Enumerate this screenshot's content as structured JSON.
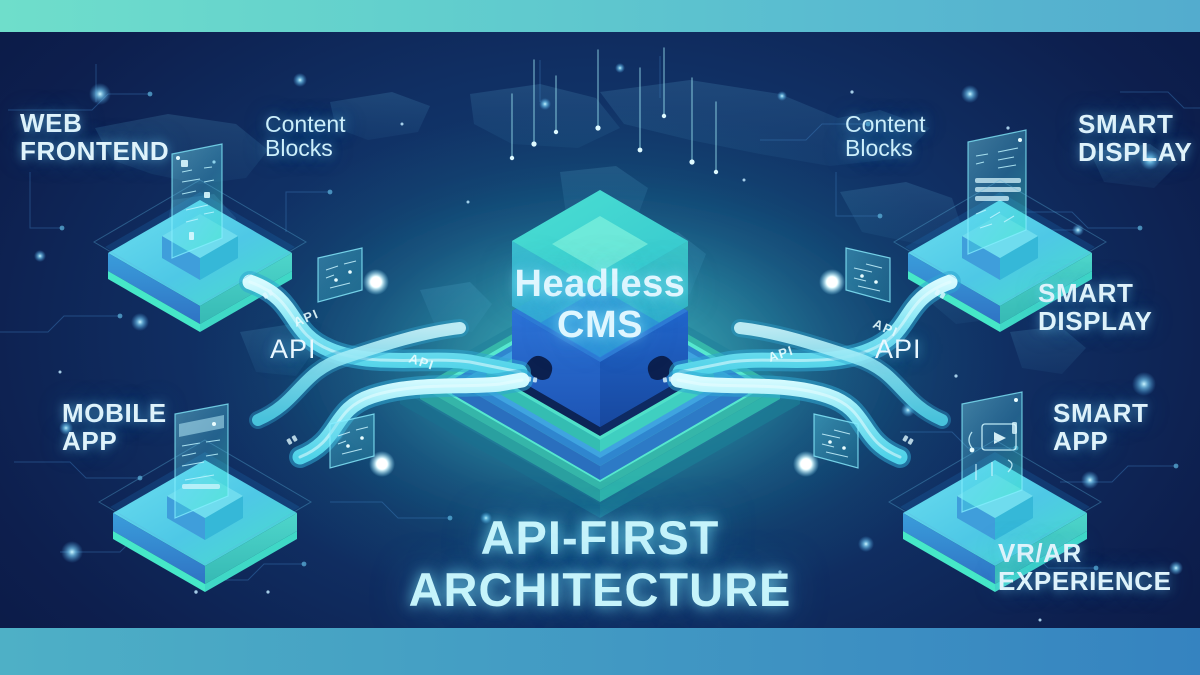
{
  "bands": {
    "top_color_left": "#6fdecb",
    "top_color_right": "#53acce",
    "bottom_color_left": "#4eb0c6",
    "bottom_color_right": "#3583c0"
  },
  "palette": {
    "background_deep": "#0d1f4e",
    "background_center": "#1e8c96",
    "platform_top": "#4fe3cf",
    "platform_side": "#2f7fd1",
    "core_block": "#1f5fc4",
    "core_cap": "#3fd6c9",
    "pipe_glow": "#7fe9ef",
    "label_text": "#dff3fb",
    "title_text": "#c6f4fb"
  },
  "center": {
    "core_label": "Headless\nCMS"
  },
  "title": {
    "text": "API-FIRST\nARCHITECTURE"
  },
  "labels": {
    "web_frontend": "WEB\nFRONTEND",
    "content_blocks_left": "Content\nBlocks",
    "content_blocks_right": "Content\nBlocks",
    "smart_display_top": "SMART\nDISPLAY",
    "smart_display_mid": "SMART\nDISPLAY",
    "mobile_app": "MOBILE\nAPP",
    "smart_app": "SMART\nAPP",
    "vr_ar": "VR/AR\nEXPERIENCE",
    "api_left": "API",
    "api_right": "API"
  },
  "pipe_labels": {
    "left_upper": "API",
    "left_lower": "API",
    "right_upper": "API",
    "right_lower": "API"
  },
  "nodes": [
    {
      "id": "web-frontend",
      "label": "WEB\nFRONTEND",
      "corner": "top-left",
      "device": "monitor-hologram"
    },
    {
      "id": "mobile-app",
      "label": "MOBILE\nAPP",
      "corner": "bottom-left",
      "device": "tablet-hologram"
    },
    {
      "id": "smart-display",
      "label": "SMART\nDISPLAY",
      "corner": "top-right",
      "device": "display-hologram"
    },
    {
      "id": "vr-ar",
      "label": "VR/AR\nEXPERIENCE",
      "corner": "bottom-right",
      "device": "vr-hologram"
    }
  ],
  "content_block_cards": [
    {
      "id": "card-left-top",
      "position": "left-upper"
    },
    {
      "id": "card-left-bottom",
      "position": "left-lower"
    },
    {
      "id": "card-right-top",
      "position": "right-upper"
    },
    {
      "id": "card-right-bottom",
      "position": "right-lower"
    }
  ]
}
